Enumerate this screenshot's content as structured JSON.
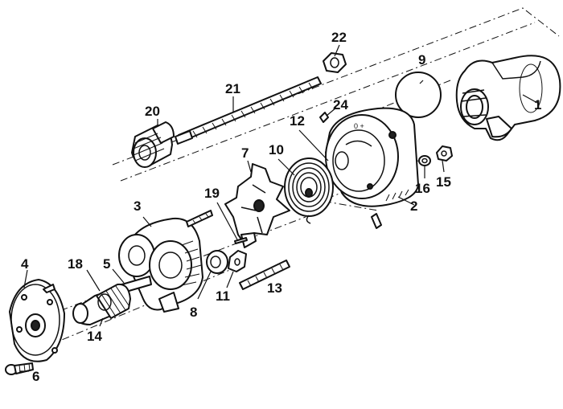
{
  "callouts": {
    "c1": "1",
    "c2": "2",
    "c3": "3",
    "c4": "4",
    "c5": "5",
    "c6": "6",
    "c7": "7",
    "c8": "8",
    "c9": "9",
    "c10": "10",
    "c11": "11",
    "c12": "12",
    "c13": "13",
    "c14": "14",
    "c15": "15",
    "c16": "16",
    "c18": "18",
    "c19": "19",
    "c20": "20",
    "c21": "21",
    "c22": "22",
    "c24": "24"
  },
  "dial_marks": "0 +",
  "colors": {
    "ink": "#111111",
    "paper": "#ffffff"
  }
}
